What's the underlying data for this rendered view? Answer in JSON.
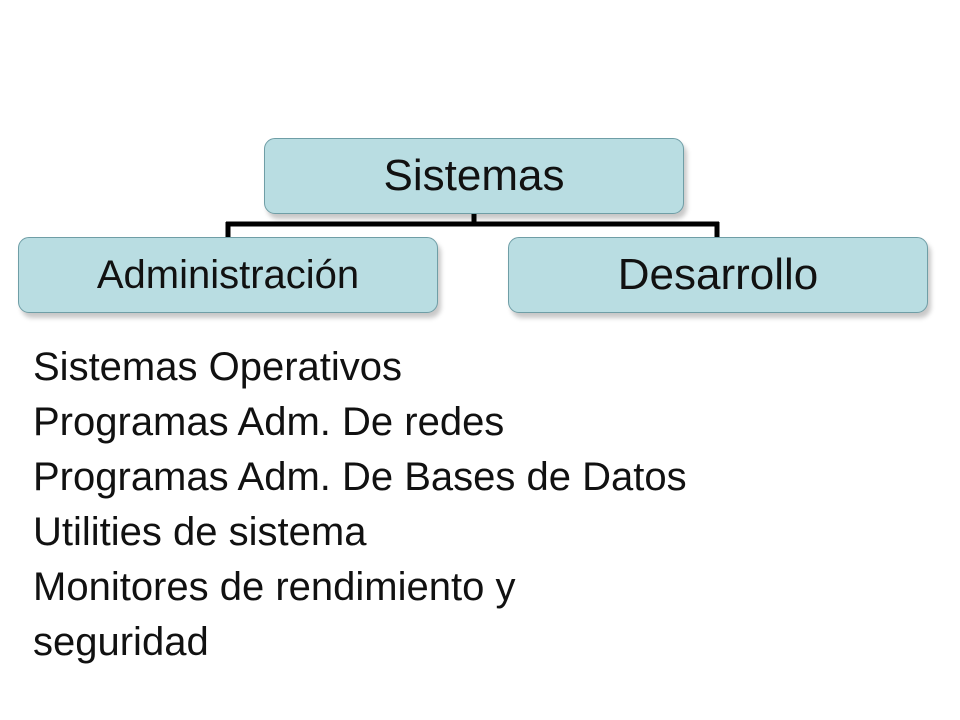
{
  "diagram": {
    "root": {
      "label": "Sistemas"
    },
    "children": [
      {
        "label": "Administración"
      },
      {
        "label": "Desarrollo"
      }
    ],
    "colors": {
      "node_fill": "#b9dde2",
      "node_border": "#6f9ea6",
      "connector": "#000000"
    }
  },
  "task_list": {
    "items": [
      "Sistemas Operativos",
      "Programas Adm. De redes",
      "Programas Adm. De Bases de Datos",
      "Utilities de sistema",
      "Monitores de rendimiento y",
      "seguridad"
    ]
  }
}
